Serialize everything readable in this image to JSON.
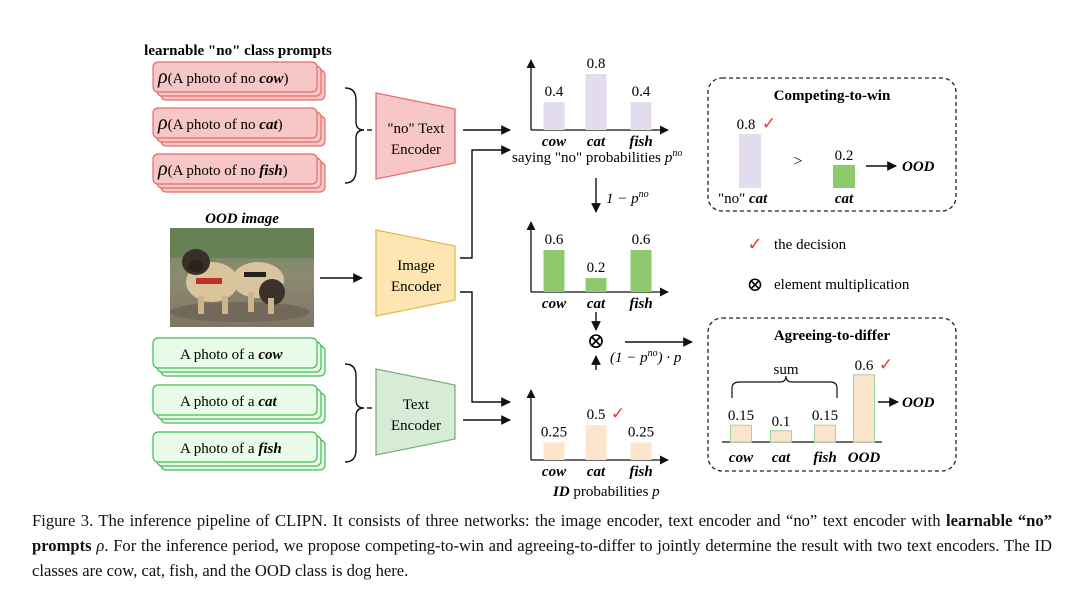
{
  "figure": {
    "noPromptsTitle": "learnable \"no\" class prompts",
    "noPrompts": [
      {
        "rho": "ρ",
        "prefix": "(A photo of no ",
        "cls": "cow",
        "suffix": ")"
      },
      {
        "rho": "ρ",
        "prefix": "(A photo of no ",
        "cls": "cat",
        "suffix": ")"
      },
      {
        "rho": "ρ",
        "prefix": "(A photo of no ",
        "cls": "fish",
        "suffix": ")"
      }
    ],
    "oodImageLabel": "OOD image",
    "stdPrompts": [
      {
        "prefix": "A photo of a ",
        "cls": "cow"
      },
      {
        "prefix": "A photo of a ",
        "cls": "cat"
      },
      {
        "prefix": "A photo of a ",
        "cls": "fish"
      }
    ],
    "stdPromptsTitle": "standard class prompts",
    "encoders": {
      "no": [
        "\"no\" Text",
        "Encoder"
      ],
      "image": [
        "Image",
        "Encoder"
      ],
      "text": [
        "Text",
        "Encoder"
      ]
    },
    "colors": {
      "noFill": "#f7c6c6",
      "noStroke": "#e46b6b",
      "imgFill": "#fde6b2",
      "imgStroke": "#e8b650",
      "txtFill": "#d7ecd7",
      "txtStroke": "#7fb07f",
      "stdFill": "#e9fbe9",
      "stdStroke": "#44bb55",
      "barNo": "#e2dcec",
      "barGreen": "#8ec96e",
      "barPeach": "#fde4cc",
      "check": "#e23d3d"
    },
    "noProbLabel": "saying \"no\" probabilities",
    "noProbSymbol": "p",
    "noProbSup": "no",
    "oneMinusLabel": "1 − p",
    "oneMinusSup": "no",
    "productLabel": "(1 − p",
    "productSup": "no",
    "productTail": ") · p",
    "idProbLabel": "ID",
    "idProbRest": " probabilities ",
    "idProbSymbol": "p",
    "competing": {
      "title": "Competing-to-win",
      "leftValue": "0.8",
      "leftCheck": "✓",
      "rightValue": "0.2",
      "gt": ">",
      "leftLabelQuote": "\"no\" ",
      "leftLabelClass": "cat",
      "rightLabel": "cat",
      "result": "OOD"
    },
    "legend": {
      "check": "✓",
      "checkText": "the decision",
      "otimes": "⊗",
      "otimesText": "element multiplication"
    },
    "agreeing": {
      "title": "Agreeing-to-differ",
      "sumLabel": "sum",
      "values": [
        "0.15",
        "0.1",
        "0.15",
        "0.6"
      ],
      "categories": [
        "cow",
        "cat",
        "fish",
        "OOD"
      ],
      "check": "✓",
      "result": "OOD"
    }
  },
  "chart_data": [
    {
      "type": "bar",
      "categories": [
        "cow",
        "cat",
        "fish"
      ],
      "values": [
        0.4,
        0.8,
        0.4
      ],
      "xlabel": "saying \"no\" probabilities p^no",
      "ylim": [
        0,
        1
      ]
    },
    {
      "type": "bar",
      "categories": [
        "cow",
        "cat",
        "fish"
      ],
      "values": [
        0.6,
        0.2,
        0.6
      ],
      "ylim": [
        0,
        1
      ]
    },
    {
      "type": "bar",
      "categories": [
        "cow",
        "cat",
        "fish"
      ],
      "values": [
        0.25,
        0.5,
        0.25
      ],
      "xlabel": "ID probabilities p",
      "ylim": [
        0,
        1
      ]
    },
    {
      "type": "bar",
      "categories": [
        "cow",
        "cat",
        "fish",
        "OOD"
      ],
      "values": [
        0.15,
        0.1,
        0.15,
        0.6
      ],
      "ylim": [
        0,
        1
      ]
    }
  ],
  "caption": {
    "part1": "Figure 3. The inference pipeline of CLIPN. It consists of three networks: the image encoder, text encoder and “no” text encoder with ",
    "bold": "learnable “no” prompts",
    "rho": " ρ",
    "part2": ". For the inference period, we propose competing-to-win and agreeing-to-differ to jointly determine the result with two text encoders. The ID classes are cow, cat, fish, and the OOD class is dog here."
  }
}
